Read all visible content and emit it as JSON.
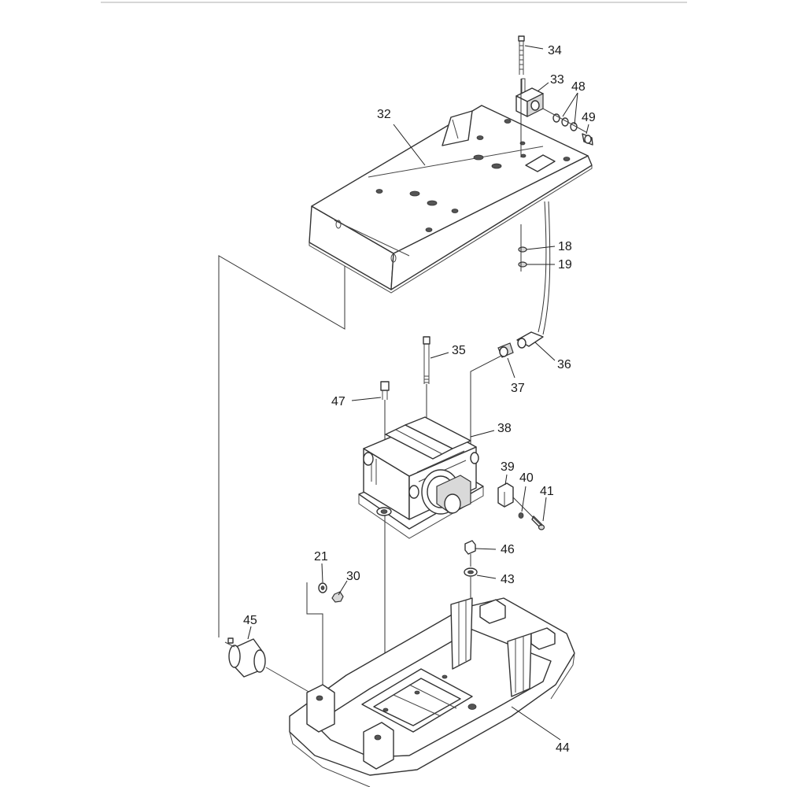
{
  "diagram": {
    "callouts": [
      {
        "id": "c34",
        "text": "34"
      },
      {
        "id": "c33",
        "text": "33"
      },
      {
        "id": "c48",
        "text": "48"
      },
      {
        "id": "c49",
        "text": "49"
      },
      {
        "id": "c32",
        "text": "32"
      },
      {
        "id": "c18",
        "text": "18"
      },
      {
        "id": "c19",
        "text": "19"
      },
      {
        "id": "c35",
        "text": "35"
      },
      {
        "id": "c36",
        "text": "36"
      },
      {
        "id": "c37",
        "text": "37"
      },
      {
        "id": "c47",
        "text": "47"
      },
      {
        "id": "c38",
        "text": "38"
      },
      {
        "id": "c39",
        "text": "39"
      },
      {
        "id": "c40",
        "text": "40"
      },
      {
        "id": "c41",
        "text": "41"
      },
      {
        "id": "c46",
        "text": "46"
      },
      {
        "id": "c21",
        "text": "21"
      },
      {
        "id": "c30",
        "text": "30"
      },
      {
        "id": "c43",
        "text": "43"
      },
      {
        "id": "c45",
        "text": "45"
      },
      {
        "id": "c44",
        "text": "44"
      }
    ]
  }
}
